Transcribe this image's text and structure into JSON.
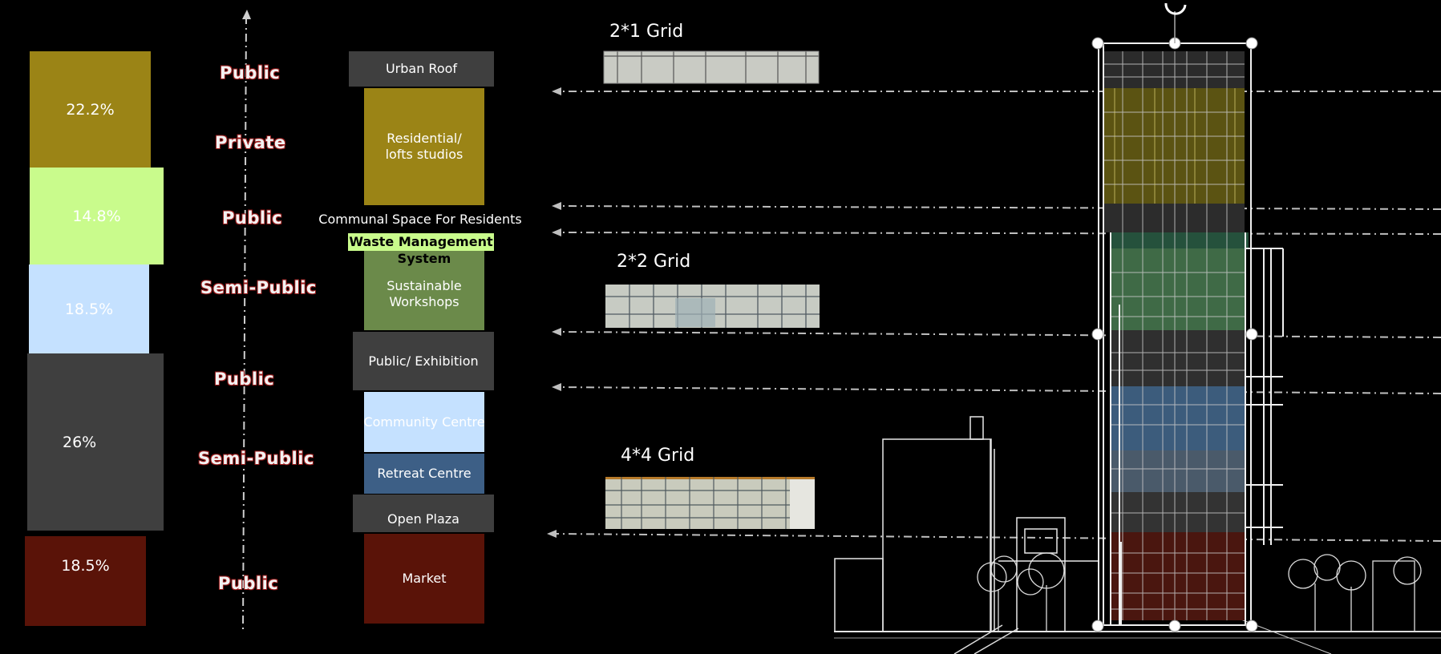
{
  "bars": [
    {
      "label": "22.2%",
      "color": "#9b8416"
    },
    {
      "label": "14.8%",
      "color": "#c9fb8c"
    },
    {
      "label": "18.5%",
      "color": "#c5e1ff"
    },
    {
      "label": "26%",
      "color": "#3f3f3f"
    },
    {
      "label": "18.5%",
      "color": "#5a1308"
    }
  ],
  "zones": [
    "Public",
    "Private",
    "Public",
    "Semi-Public",
    "Public",
    "Semi-Public",
    "Public"
  ],
  "programs": [
    {
      "label": "Urban Roof",
      "color": "#3f3f3f"
    },
    {
      "label": "Residential/ lofts studios",
      "color": "#9b8416"
    },
    {
      "label": "Communal Space For Residents",
      "color": "#3f3f3f"
    },
    {
      "label": "Waste Management",
      "color": "#c9fb8c"
    },
    {
      "label": "System",
      "color": "#6b8a4a"
    },
    {
      "label": "Sustainable Workshops",
      "color": "#6b8a4a"
    },
    {
      "label": "Public/ Exhibition",
      "color": "#3f3f3f"
    },
    {
      "label": "Community Centre",
      "color": "#c5e1ff"
    },
    {
      "label": "Retreat Centre",
      "color": "#3d5f86"
    },
    {
      "label": "Open Plaza",
      "color": "#3f3f3f"
    },
    {
      "label": "Market",
      "color": "#5a1308"
    }
  ],
  "grids": [
    "2*1 Grid",
    "2*2 Grid",
    "4*4 Grid"
  ],
  "tower_colors": {
    "roof": "#2b2b2b",
    "residential": "#5b5312",
    "communal": "#2c2c2c",
    "workshop": "#3f6a46",
    "exhibition": "#2f2f2f",
    "community": "#3c5c7c",
    "retreat": "#4a5a6a",
    "plaza": "#333333",
    "market": "#4a160f"
  }
}
